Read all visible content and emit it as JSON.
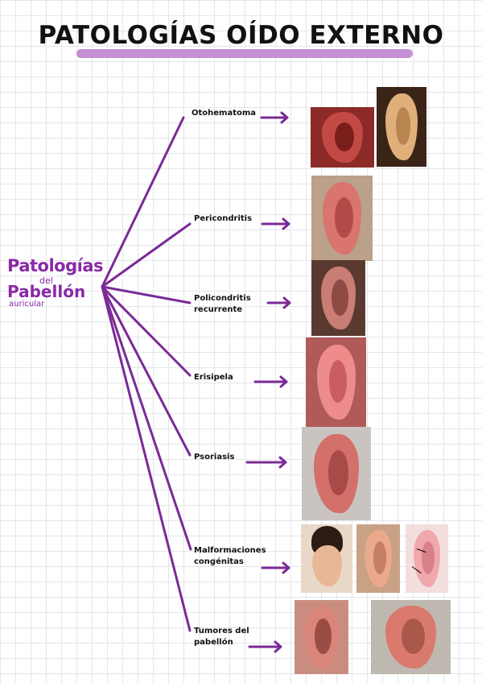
{
  "page": {
    "title": "PATOLOGÍAS OÍDO EXTERNO",
    "central_label": {
      "line1": "Patologías",
      "line2": "del",
      "line3": "Pabellón",
      "line4": "auricular"
    }
  },
  "colors": {
    "accent": "#7b2a96",
    "title_bar": "#c78fd6",
    "label": "#8a2aa6",
    "grid": "#e6e6ea"
  },
  "items": [
    {
      "label": "Otohematoma",
      "label2": ""
    },
    {
      "label": "Pericondritis",
      "label2": ""
    },
    {
      "label": "Policondritis",
      "label2": "recurrente"
    },
    {
      "label": "Erisipela",
      "label2": ""
    },
    {
      "label": "Psoriasis",
      "label2": ""
    },
    {
      "label": "Malformaciones",
      "label2": "congénitas"
    },
    {
      "label": "Tumores del",
      "label2": "pabellón"
    }
  ]
}
